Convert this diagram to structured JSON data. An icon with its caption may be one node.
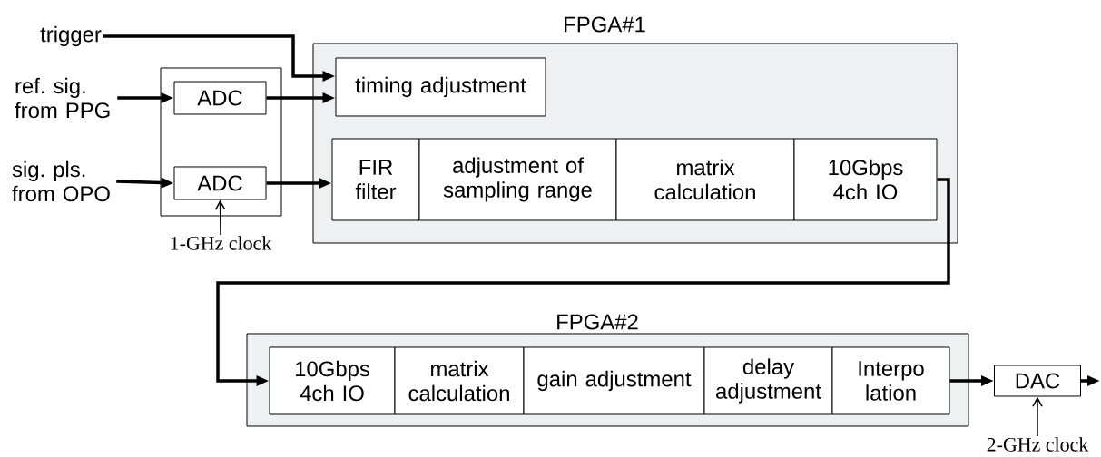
{
  "diagram": {
    "nodes": [
      {
        "text": [
          "trigger"
        ]
      },
      {
        "text": [
          "ref. sig. from PPG"
        ]
      },
      {
        "text": [
          "sig. pls. from OPO"
        ]
      },
      {
        "text": [],
        "shape": "box"
      },
      {
        "text": [
          "ADC"
        ],
        "in": 3
      },
      {
        "text": [
          "ADC"
        ],
        "in": 3
      },
      {
        "text": [
          "1-GHz clock"
        ]
      },
      {
        "text": [
          "FPGA#1"
        ]
      },
      {
        "text": [
          "timing adjustment"
        ],
        "in": 7
      },
      {
        "text": [
          "FIR filter"
        ],
        "in": 7
      },
      {
        "text": [
          "adjustment of sampling range"
        ],
        "in": 7
      },
      {
        "text": [
          "matrix calculation"
        ],
        "in": 7
      },
      {
        "text": [
          "10Gbps 4ch IO"
        ],
        "in": 7
      },
      {
        "text": [
          "FPGA#2"
        ]
      },
      {
        "text": [
          "10Gbps 4ch IO"
        ],
        "in": 13
      },
      {
        "text": [
          "matrix calculation"
        ],
        "in": 13
      },
      {
        "text": [
          "gain adjustment"
        ],
        "in": 13
      },
      {
        "text": [
          "delay adjustment"
        ],
        "in": 13
      },
      {
        "text": [
          "Interpo lation"
        ],
        "in": 13
      },
      {
        "text": [
          "DAC"
        ]
      },
      {
        "text": [
          "2-GHz clock"
        ]
      }
    ],
    "edges": [
      {
        "from": 0,
        "to": 8,
        "arrow": "to"
      },
      {
        "from": 1,
        "to": 4,
        "arrow": "to"
      },
      {
        "from": 4,
        "to": 8,
        "arrow": "to"
      },
      {
        "from": 2,
        "to": 5,
        "arrow": "to"
      },
      {
        "from": 5,
        "to": 9,
        "arrow": "to"
      },
      {
        "from": 12,
        "to": 14,
        "arrow": "to"
      },
      {
        "from": 18,
        "to": 19,
        "arrow": "to"
      },
      {
        "from": 19,
        "to": null,
        "arrow": "to"
      },
      {
        "from": 6,
        "to": 5,
        "arrow": "to"
      },
      {
        "from": 20,
        "to": 19,
        "arrow": "to"
      }
    ]
  }
}
